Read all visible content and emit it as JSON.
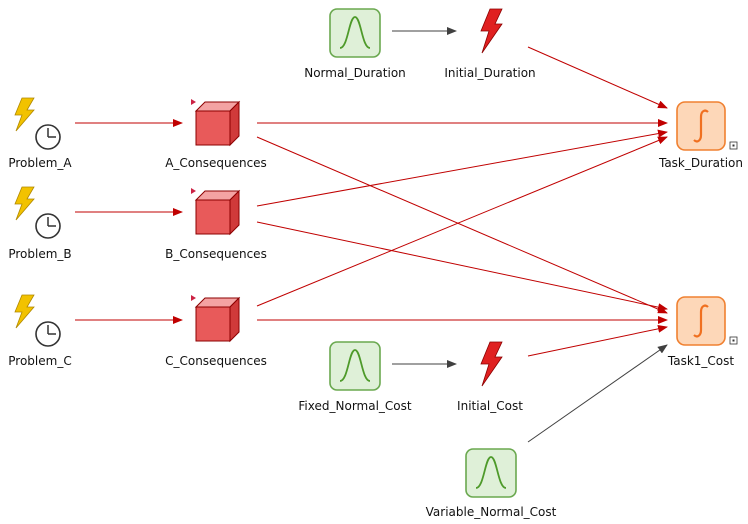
{
  "colors": {
    "edge_red": "#c00000",
    "edge_gray": "#404040",
    "uncertain_fill": "#dff0d8",
    "uncertain_stroke": "#6aa84f",
    "uncertain_curve": "#4e9a2a",
    "decision_front": "#e85a5a",
    "decision_top": "#f4a3a3",
    "decision_side": "#d03a3a",
    "decision_stroke": "#8b0000",
    "objective_fill": "#fdd7b8",
    "objective_stroke": "#f08030",
    "objective_symbol": "#f07020",
    "lightning_yellow": "#f2c200",
    "lightning_red": "#e02020"
  },
  "nodes": [
    {
      "id": "problem_a",
      "label": "Problem_A",
      "icon": "lightning-clock-icon"
    },
    {
      "id": "problem_b",
      "label": "Problem_B",
      "icon": "lightning-clock-icon"
    },
    {
      "id": "problem_c",
      "label": "Problem_C",
      "icon": "lightning-clock-icon"
    },
    {
      "id": "a_consequences",
      "label": "A_Consequences",
      "icon": "decision-cube-icon"
    },
    {
      "id": "b_consequences",
      "label": "B_Consequences",
      "icon": "decision-cube-icon"
    },
    {
      "id": "c_consequences",
      "label": "C_Consequences",
      "icon": "decision-cube-icon"
    },
    {
      "id": "normal_duration",
      "label": "Normal_Duration",
      "icon": "distribution-curve-icon"
    },
    {
      "id": "initial_duration",
      "label": "Initial_Duration",
      "icon": "red-lightning-icon"
    },
    {
      "id": "fixed_normal_cost",
      "label": "Fixed_Normal_Cost",
      "icon": "distribution-curve-icon"
    },
    {
      "id": "initial_cost",
      "label": "Initial_Cost",
      "icon": "red-lightning-icon"
    },
    {
      "id": "variable_normal_cost",
      "label": "Variable_Normal_Cost",
      "icon": "distribution-curve-icon"
    },
    {
      "id": "task_duration",
      "label": "Task_Duration",
      "icon": "integral-icon"
    },
    {
      "id": "task1_cost",
      "label": "Task1_Cost",
      "icon": "integral-icon"
    }
  ],
  "edges": [
    {
      "from": "problem_a",
      "to": "a_consequences",
      "color": "red"
    },
    {
      "from": "problem_b",
      "to": "b_consequences",
      "color": "red"
    },
    {
      "from": "problem_c",
      "to": "c_consequences",
      "color": "red"
    },
    {
      "from": "a_consequences",
      "to": "task_duration",
      "color": "red"
    },
    {
      "from": "a_consequences",
      "to": "task1_cost",
      "color": "red"
    },
    {
      "from": "b_consequences",
      "to": "task_duration",
      "color": "red"
    },
    {
      "from": "b_consequences",
      "to": "task1_cost",
      "color": "red"
    },
    {
      "from": "c_consequences",
      "to": "task_duration",
      "color": "red"
    },
    {
      "from": "c_consequences",
      "to": "task1_cost",
      "color": "red"
    },
    {
      "from": "initial_duration",
      "to": "task_duration",
      "color": "red"
    },
    {
      "from": "initial_cost",
      "to": "task1_cost",
      "color": "red"
    },
    {
      "from": "normal_duration",
      "to": "initial_duration",
      "color": "gray"
    },
    {
      "from": "fixed_normal_cost",
      "to": "initial_cost",
      "color": "gray"
    },
    {
      "from": "variable_normal_cost",
      "to": "task1_cost",
      "color": "gray"
    }
  ]
}
